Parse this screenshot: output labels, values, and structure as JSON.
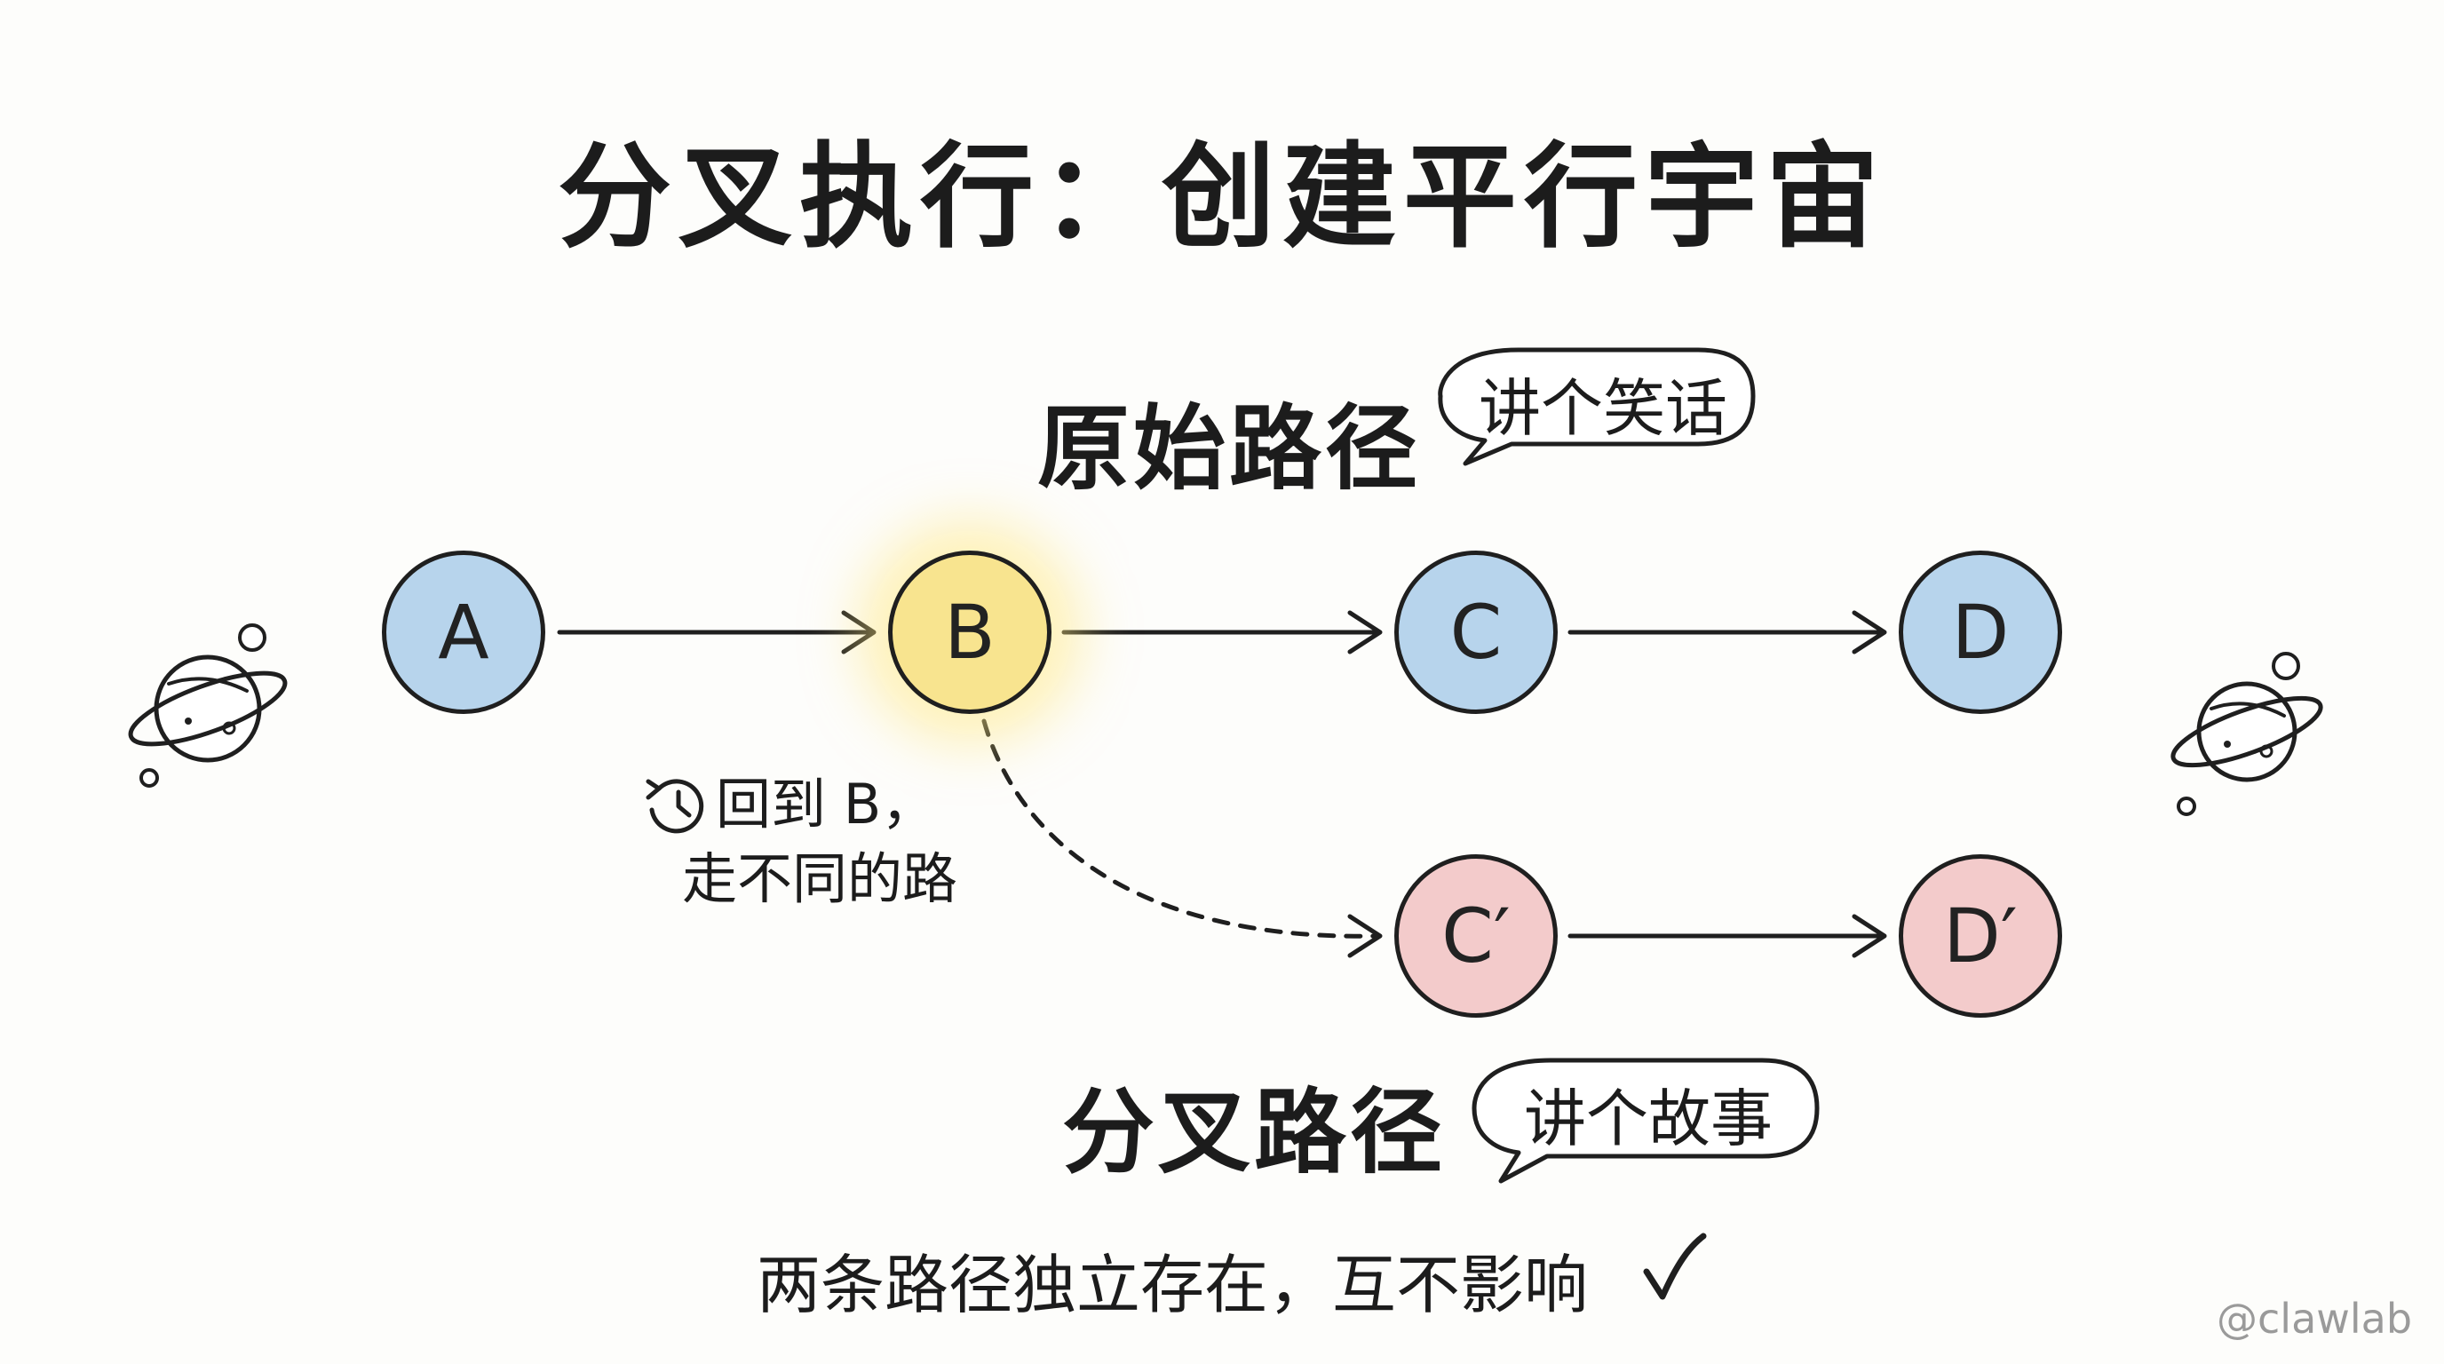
{
  "title": "分叉执行：创建平行宇宙",
  "original_path": {
    "label": "原始路径",
    "bubble": "讲个笑话"
  },
  "fork_path": {
    "label": "分叉路径",
    "bubble": "讲个故事"
  },
  "nodes": {
    "a": "A",
    "b": "B",
    "c": "C",
    "d": "D",
    "c_prime": "C′",
    "d_prime": "D′"
  },
  "fork_note": {
    "line1": "回到 B，",
    "line2": "走不同的路",
    "icon": "history-clock-icon"
  },
  "footer": {
    "text": "两条路径独立存在，互不影响",
    "icon": "checkmark-icon"
  },
  "watermark": "@clawlab",
  "colors": {
    "node_blue": "#b7d4ec",
    "node_yellow": "#f8e48f",
    "node_pink": "#f3cbcb",
    "stroke": "#1f1f1f"
  },
  "decorations": [
    "planet-icon-left",
    "planet-icon-right"
  ]
}
